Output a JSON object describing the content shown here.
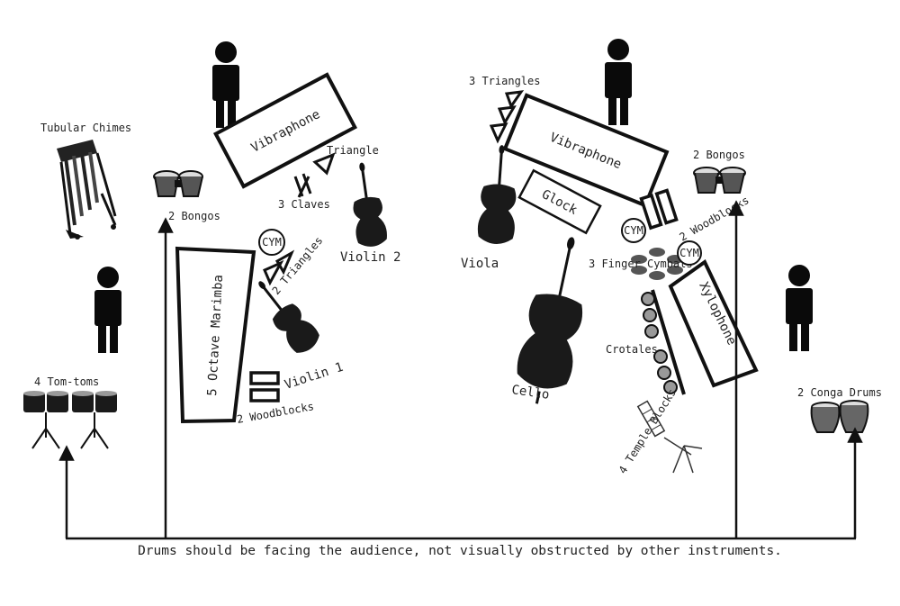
{
  "labels": {
    "tubular_chimes": "Tubular Chimes",
    "bongos_left": "2 Bongos",
    "bongos_right": "2 Bongos",
    "vibraphone_left": "Vibraphone",
    "vibraphone_right": "Vibraphone",
    "triangle": "Triangle",
    "claves": "3 Claves",
    "violin_2": "Violin 2",
    "cym_left": "CYM",
    "triangles_left": "2 Triangles",
    "marimba": "5 Octave Marimba",
    "violin_1": "Violin 1",
    "woodblocks_left": "2 Woodblocks",
    "tom_toms": "4 Tom-toms",
    "triangles_right": "3 Triangles",
    "glock": "Glock",
    "viola": "Viola",
    "cello": "Cello",
    "cym_right_1": "CYM",
    "woodblocks_right": "2 Woodblocks",
    "finger_cymbals": "3 Finger Cymbals",
    "cym_right_2": "CYM",
    "xylophone": "Xylophone",
    "crotales": "Crotales",
    "temple_blocks": "4 Temple Blocks",
    "conga_drums": "2 Conga Drums"
  },
  "footer_note": "Drums should be facing the audience, not visually obstructed by other instruments."
}
